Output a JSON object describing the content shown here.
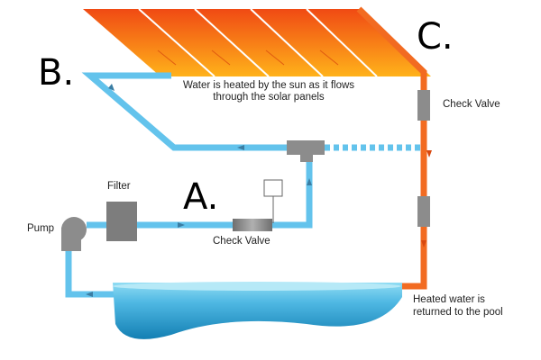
{
  "labels": {
    "section_a": "A.",
    "section_b": "B.",
    "section_c": "C.",
    "pump": "Pump",
    "filter": "Filter",
    "check_valve_lower": "Check Valve",
    "check_valve_upper": "Check Valve",
    "panel_caption_line1": "Water is heated by the sun as it flows",
    "panel_caption_line2": "through the solar panels",
    "heated_water": "Heated water is returned to the pool"
  },
  "colors": {
    "cold_pipe": "#63c3ec",
    "hot_pipe": "#f26b21",
    "panel_top": "#f04a14",
    "panel_bottom": "#ffb21a",
    "pool_top": "#7fd3ef",
    "pool_bottom": "#1682b5",
    "equipment": "#8c8c8c"
  }
}
